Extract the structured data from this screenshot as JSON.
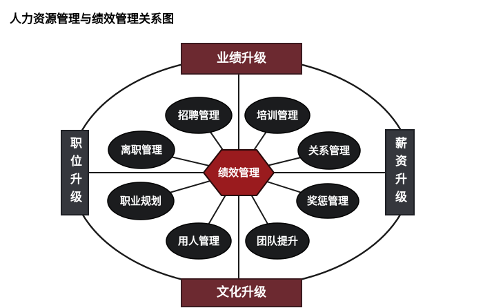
{
  "page": {
    "title": "人力资源管理与绩效管理关系图"
  },
  "diagram": {
    "hub": {
      "label": "绩效管理"
    },
    "outcomes": {
      "top": {
        "label": "业绩升级"
      },
      "bottom": {
        "label": "文化升级"
      },
      "left": {
        "label": "职位升级"
      },
      "right": {
        "label": "薪资升级"
      }
    },
    "modules": [
      {
        "label": "招聘管理"
      },
      {
        "label": "培训管理"
      },
      {
        "label": "离职管理"
      },
      {
        "label": "关系管理"
      },
      {
        "label": "职业规划"
      },
      {
        "label": "奖惩管理"
      },
      {
        "label": "用人管理"
      },
      {
        "label": "团队提升"
      }
    ],
    "colors": {
      "hub_fill": "#9a1b1e",
      "outcome_horizontal_fill": "#6c2930",
      "outcome_vertical_fill": "#35373d",
      "module_fill": "#1b1c1e",
      "line": "#1a1a1a",
      "label_text": "#ffffff",
      "title_text": "#000000"
    }
  }
}
